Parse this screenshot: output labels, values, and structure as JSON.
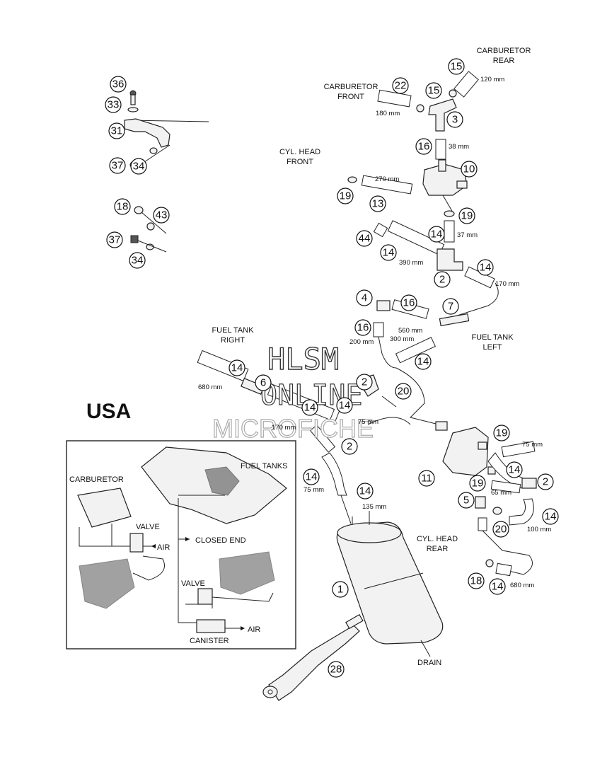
{
  "region_label": "USA",
  "watermark": {
    "line1": "HLSM",
    "line2": "ONLINE",
    "line3": "MICROFICHE"
  },
  "labels": {
    "carburetor_rear": "CARBURETOR\nREAR",
    "carburetor_front": "CARBURETOR\nFRONT",
    "cyl_head_front": "CYL. HEAD\nFRONT",
    "fuel_tank_right": "FUEL TANK\nRIGHT",
    "fuel_tank_left": "FUEL TANK\nLEFT",
    "cyl_head_rear": "CYL. HEAD\nREAR",
    "drain": "DRAIN"
  },
  "lengths": {
    "l120": "120 mm",
    "l180": "180 mm",
    "l38": "38 mm",
    "l270": "270 mm",
    "l37": "37 mm",
    "l390": "390 mm",
    "l170a": "170 mm",
    "l560": "560 mm",
    "l200": "200 mm",
    "l300": "300 mm",
    "l680a": "680 mm",
    "l170b": "170 mm",
    "l75a": "75 mm",
    "l75b": "75 mm",
    "l135": "135 mm",
    "l75c": "75 mm",
    "l65": "65 mm",
    "l100": "100 mm",
    "l680b": "680 mm"
  },
  "callouts": [
    {
      "n": "36"
    },
    {
      "n": "33"
    },
    {
      "n": "31"
    },
    {
      "n": "37"
    },
    {
      "n": "34"
    },
    {
      "n": "18"
    },
    {
      "n": "43"
    },
    {
      "n": "37"
    },
    {
      "n": "34"
    },
    {
      "n": "15"
    },
    {
      "n": "22"
    },
    {
      "n": "15"
    },
    {
      "n": "3"
    },
    {
      "n": "16"
    },
    {
      "n": "10"
    },
    {
      "n": "19"
    },
    {
      "n": "13"
    },
    {
      "n": "19"
    },
    {
      "n": "44"
    },
    {
      "n": "14"
    },
    {
      "n": "14"
    },
    {
      "n": "2"
    },
    {
      "n": "14"
    },
    {
      "n": "4"
    },
    {
      "n": "16"
    },
    {
      "n": "7"
    },
    {
      "n": "16"
    },
    {
      "n": "14"
    },
    {
      "n": "14"
    },
    {
      "n": "6"
    },
    {
      "n": "2"
    },
    {
      "n": "20"
    },
    {
      "n": "14"
    },
    {
      "n": "14"
    },
    {
      "n": "2"
    },
    {
      "n": "14"
    },
    {
      "n": "14"
    },
    {
      "n": "19"
    },
    {
      "n": "14"
    },
    {
      "n": "11"
    },
    {
      "n": "19"
    },
    {
      "n": "2"
    },
    {
      "n": "5"
    },
    {
      "n": "14"
    },
    {
      "n": "20"
    },
    {
      "n": "18"
    },
    {
      "n": "14"
    },
    {
      "n": "1"
    },
    {
      "n": "28"
    }
  ],
  "inset": {
    "carburetor": "CARBURETOR",
    "fuel_tanks": "FUEL TANKS",
    "valve_top": "VALVE",
    "air_top": "AIR",
    "closed_end": "CLOSED END",
    "valve_bottom": "VALVE",
    "air_bottom": "AIR",
    "canister": "CANISTER"
  }
}
